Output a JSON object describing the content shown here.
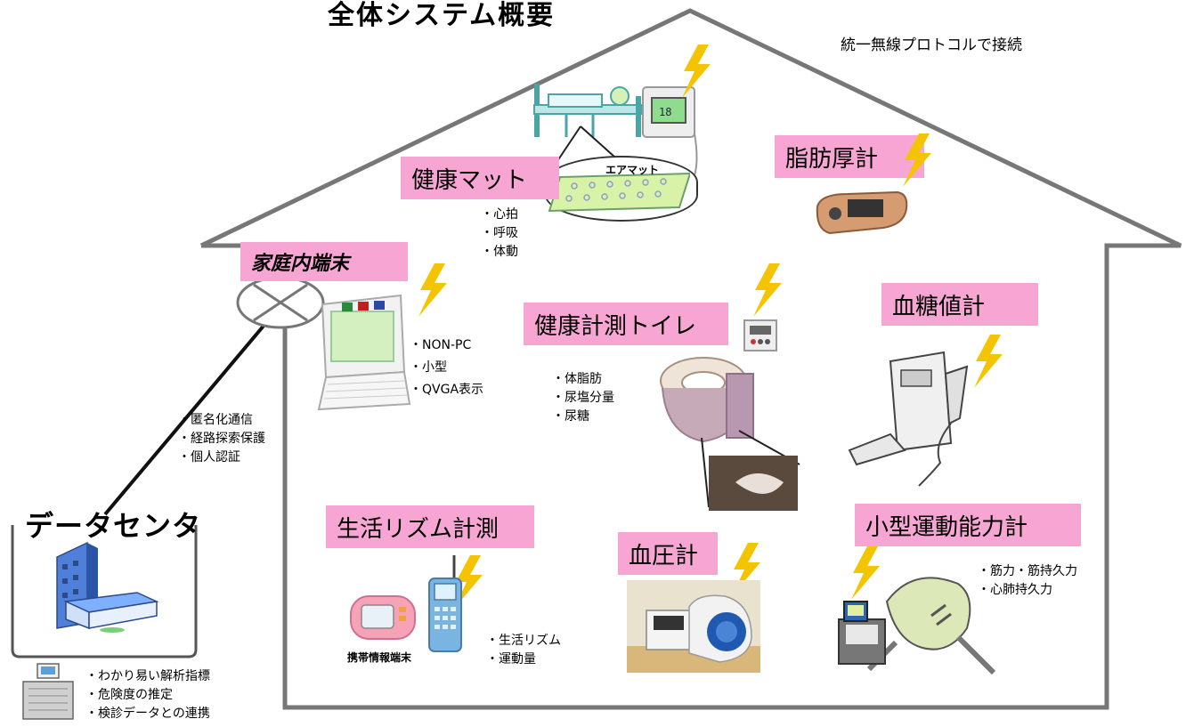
{
  "title": "全体システム概要",
  "note": "統一無線プロトコルで接続",
  "home_terminal": {
    "label": "家庭内端末",
    "bullets": [
      "NON-PC",
      "小型",
      "QVGA表示"
    ]
  },
  "health_mat": {
    "label": "健康マット",
    "device_label": "エアマット",
    "bullets": [
      "心拍",
      "呼吸",
      "体動"
    ]
  },
  "fat_meter": {
    "label": "脂肪厚計"
  },
  "toilet": {
    "label": "健康計測トイレ",
    "bullets": [
      "体脂肪",
      "尿塩分量",
      "尿糖"
    ]
  },
  "glucose": {
    "label": "血糖値計"
  },
  "rhythm": {
    "label": "生活リズム計測",
    "device_label": "携帯情報端末",
    "bullets": [
      "生活リズム",
      "運動量"
    ]
  },
  "bp": {
    "label": "血圧計"
  },
  "exercise": {
    "label": "小型運動能力計",
    "bullets": [
      "筋力・筋持久力",
      "心肺持久力"
    ]
  },
  "network": {
    "bullets": [
      "匿名化通信",
      "経路探索保護",
      "個人認証"
    ]
  },
  "data_center": {
    "label": "データセンタ",
    "bullets": [
      "わかり易い解析指標",
      "危険度の推定",
      "検診データとの連携"
    ]
  }
}
